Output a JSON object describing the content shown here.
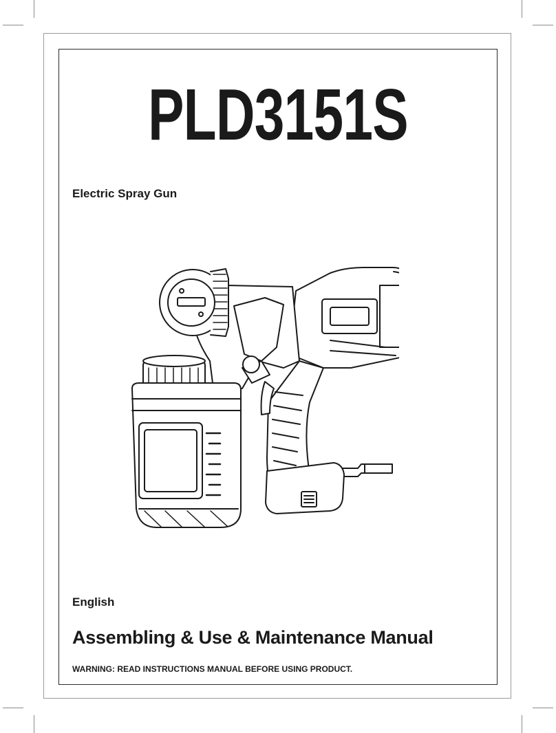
{
  "cover": {
    "model": "PLD3151S",
    "product_name": "Electric Spray Gun",
    "language": "English",
    "manual_title": "Assembling & Use & Maintenance Manual",
    "warning": "WARNING: READ INSTRUCTIONS MANUAL BEFORE USING PRODUCT."
  },
  "colors": {
    "ink": "#1a1a1a",
    "frame": "#2a2a2a",
    "crop_marks": "#8a8a8a"
  }
}
